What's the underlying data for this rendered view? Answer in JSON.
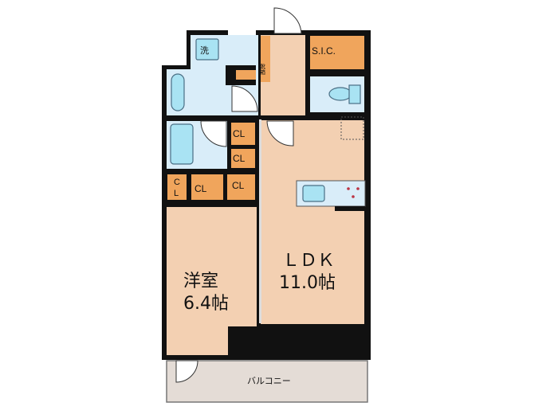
{
  "rooms": {
    "western_room": {
      "name": "洋室",
      "size": "6.4帖"
    },
    "ldk": {
      "name": "ＬＤＫ",
      "size": "11.0帖"
    },
    "balcony": "バルコニー",
    "sic": "S.I.C.",
    "laundry": "洗",
    "shoe_box": "靴箱",
    "closets": [
      "CL",
      "CL",
      "C",
      "L",
      "CL",
      "CL"
    ]
  },
  "colors": {
    "floor": "#f3d0b2",
    "storage": "#f0a55c",
    "wet_area": "#d9edf9",
    "fixture": "#a9e3f3",
    "balcony": "#e4dcd6",
    "wall": "#111111"
  }
}
